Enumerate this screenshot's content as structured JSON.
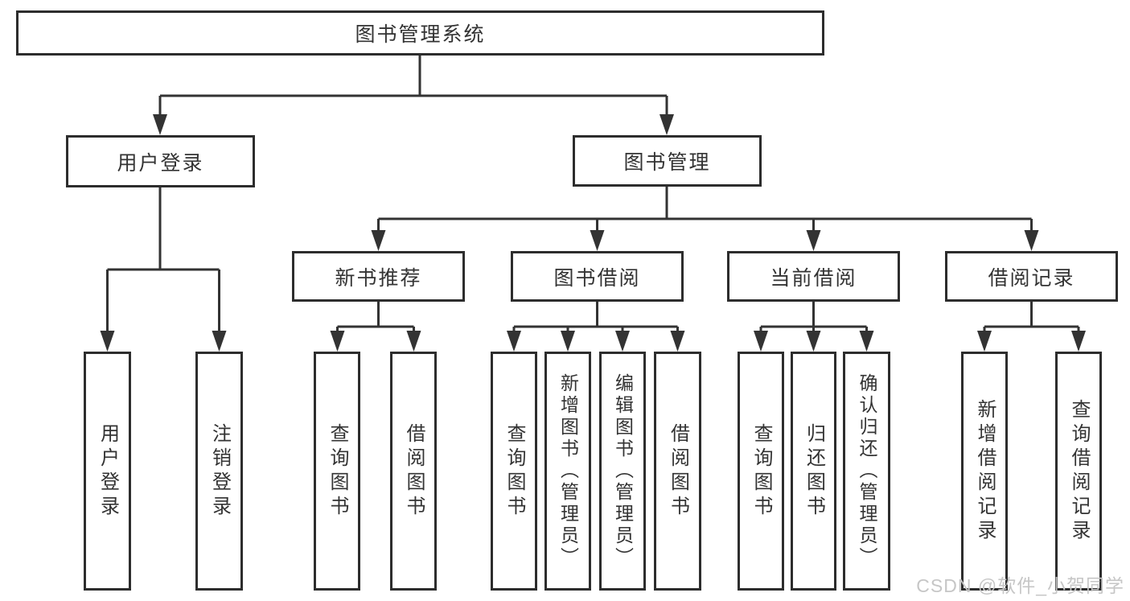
{
  "diagram": {
    "watermark": "CSDN @软件_小贺同学",
    "colors": {
      "line": "#333333",
      "box_border": "#2d2d2d",
      "box_background": "#ffffff",
      "text": "#333333",
      "watermark": "#c6c6c6"
    },
    "nodes": {
      "root": {
        "label": "图书管理系统"
      },
      "user_login": {
        "label": "用户登录"
      },
      "book_mgmt": {
        "label": "图书管理"
      },
      "new_book_rec": {
        "label": "新书推荐"
      },
      "book_borrow": {
        "label": "图书借阅"
      },
      "current_borrow": {
        "label": "当前借阅"
      },
      "borrow_record": {
        "label": "借阅记录"
      },
      "leaf_user_login": {
        "label": "用户登录"
      },
      "leaf_logout": {
        "label": "注销登录"
      },
      "leaf_query_book_1": {
        "label": "查询图书"
      },
      "leaf_borrow_book_1": {
        "label": "借阅图书"
      },
      "leaf_query_book_2": {
        "label": "查询图书"
      },
      "leaf_add_book_admin": {
        "label": "新增图书（管理员）"
      },
      "leaf_edit_book_admin": {
        "label": "编辑图书（管理员）"
      },
      "leaf_borrow_book_2": {
        "label": "借阅图书"
      },
      "leaf_query_book_3": {
        "label": "查询图书"
      },
      "leaf_return_book": {
        "label": "归还图书"
      },
      "leaf_confirm_return_admin": {
        "label": "确认归还（管理员）"
      },
      "leaf_add_borrow_record": {
        "label": "新增借阅记录"
      },
      "leaf_query_borrow_record": {
        "label": "查询借阅记录"
      }
    },
    "edges": [
      "root->user_login",
      "root->book_mgmt",
      "user_login->leaf_user_login",
      "user_login->leaf_logout",
      "book_mgmt->new_book_rec",
      "book_mgmt->book_borrow",
      "book_mgmt->current_borrow",
      "book_mgmt->borrow_record",
      "new_book_rec->leaf_query_book_1",
      "new_book_rec->leaf_borrow_book_1",
      "book_borrow->leaf_query_book_2",
      "book_borrow->leaf_add_book_admin",
      "book_borrow->leaf_edit_book_admin",
      "book_borrow->leaf_borrow_book_2",
      "current_borrow->leaf_query_book_3",
      "current_borrow->leaf_return_book",
      "current_borrow->leaf_confirm_return_admin",
      "borrow_record->leaf_add_borrow_record",
      "borrow_record->leaf_query_borrow_record"
    ]
  }
}
